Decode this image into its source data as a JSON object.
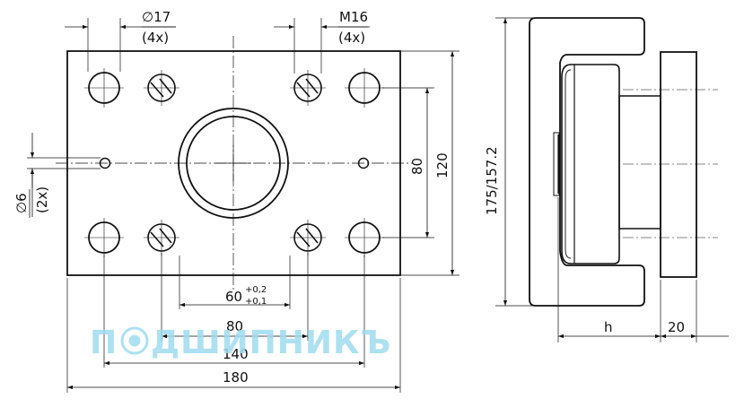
{
  "labels": {
    "hole_large_diam": "∅17",
    "hole_large_count": "(4x)",
    "thread": "M16",
    "thread_count": "(4x)",
    "pin_diam": "∅6",
    "pin_count": "(2x)",
    "dim_60": "60",
    "tol_upper": "+0,2",
    "tol_lower": "+0,1",
    "dim_80_h": "80",
    "dim_140": "140",
    "dim_180": "180",
    "dim_80_v": "80",
    "dim_120": "120",
    "dim_175": "175/157.2",
    "dim_h": "h",
    "dim_20": "20"
  },
  "watermark": {
    "text_a": "П",
    "text_b": "ДШИПНИКЪ"
  },
  "colors": {
    "line": "#111111",
    "watermark": "#9fdcef"
  }
}
